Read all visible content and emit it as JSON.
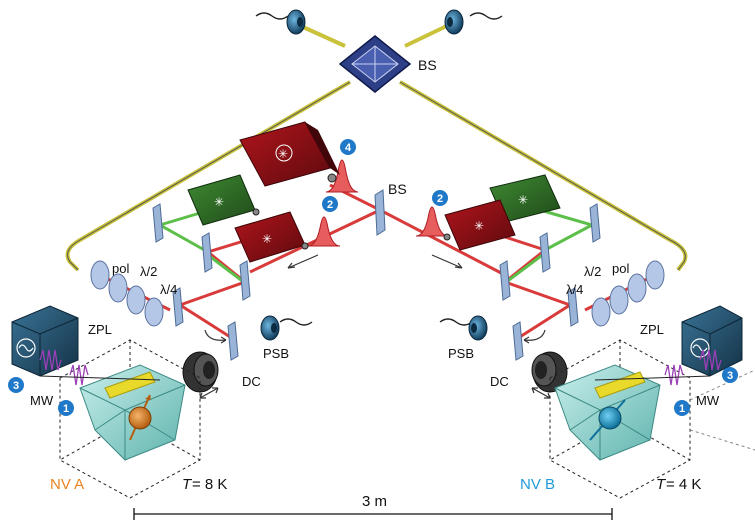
{
  "labels": {
    "bs_top": "BS",
    "bs_mid": "BS",
    "pol_left": "pol",
    "lambda2_left": "λ/2",
    "lambda4_left": "λ/4",
    "zpl_left": "ZPL",
    "psb_left": "PSB",
    "dc_left": "DC",
    "mw_left": "MW",
    "nv_a": "NV A",
    "temp_a_var": "T",
    "temp_a_val": " = 8 K",
    "pol_right": "pol",
    "lambda2_right": "λ/2",
    "lambda4_right": "λ/4",
    "zpl_right": "ZPL",
    "psb_right": "PSB",
    "dc_right": "DC",
    "mw_right": "MW",
    "nv_b": "NV B",
    "temp_b_var": "T",
    "temp_b_val": " = 4 K",
    "distance": "3 m"
  },
  "markers": {
    "m1_left": "1",
    "m2_left": "2",
    "m2_right": "2",
    "m3_left": "3",
    "m3_right": "3",
    "m4": "4",
    "m1_right": "1"
  },
  "colors": {
    "red_beam": "#d93a3a",
    "green_beam": "#5cbf4a",
    "fiber": "#c9c23a",
    "marker": "#1f78c8",
    "nv_a": "#e8831f",
    "nv_b": "#1f9ad6",
    "bs_box": "#2d3f86",
    "laser_red": "#8c0f14",
    "laser_green": "#2e6e25",
    "diamond": "#8fd3cf",
    "mw_source": "#1f4e6a"
  }
}
